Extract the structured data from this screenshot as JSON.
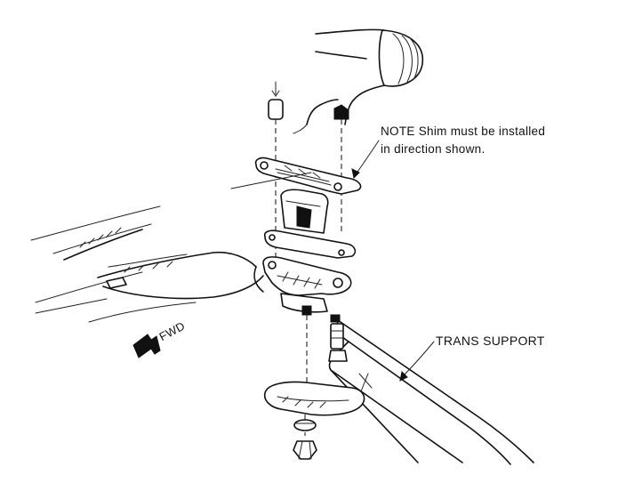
{
  "labels": {
    "note_line1": "NOTE Shim must be installed",
    "note_line2": "in direction shown.",
    "trans_support": "TRANS SUPPORT",
    "fwd": "FWD"
  },
  "colors": {
    "ink": "#111111",
    "paper": "#ffffff"
  },
  "icons": {
    "forward_arrow": "fwd-arrow-icon"
  }
}
